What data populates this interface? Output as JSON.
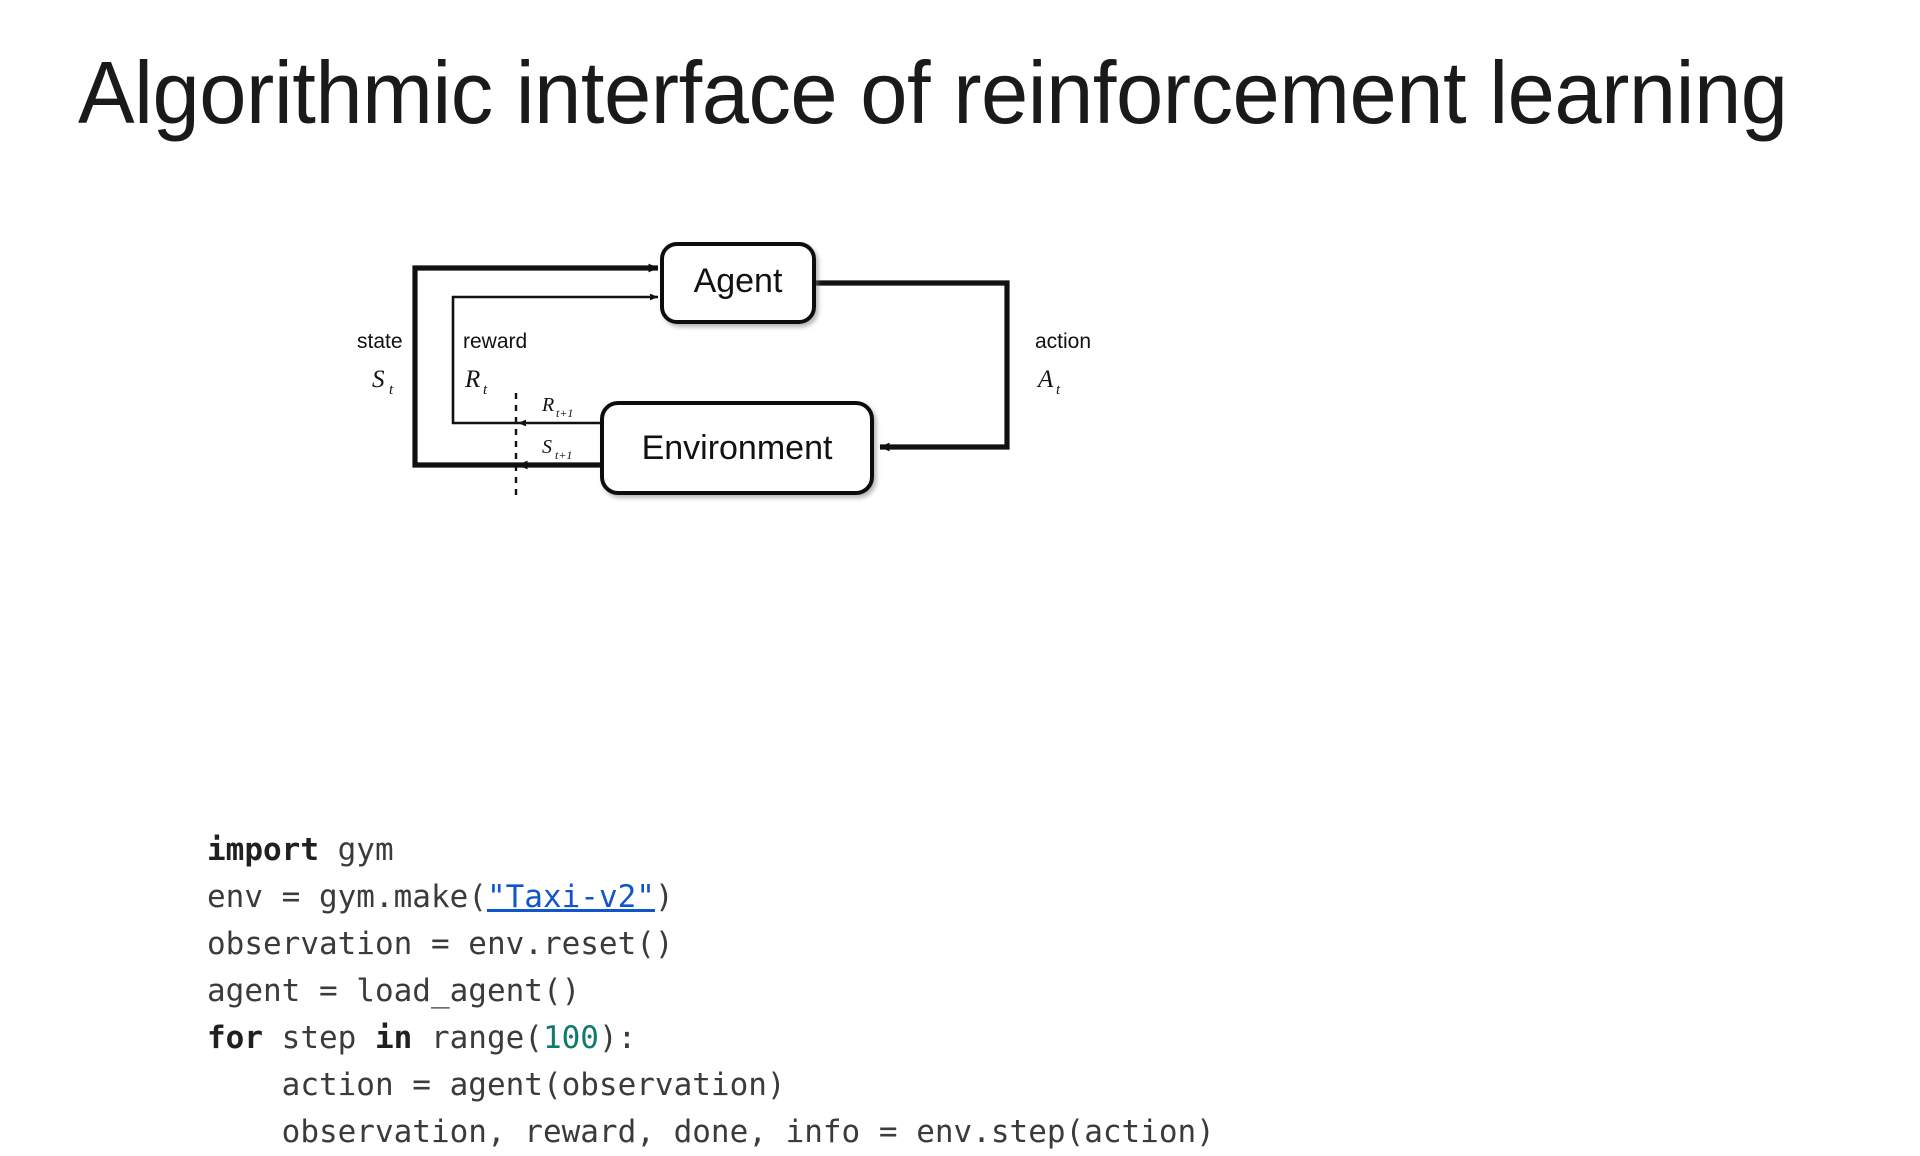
{
  "slide": {
    "title": "Algorithmic interface of reinforcement learning",
    "background_color": "#ffffff"
  },
  "diagram": {
    "name": "agent-environment-interaction-loop",
    "nodes": [
      {
        "id": "agent",
        "label": "Agent"
      },
      {
        "id": "environment",
        "label": "Environment"
      }
    ],
    "edges": [
      {
        "id": "state",
        "label": "state",
        "symbol": "S",
        "subscript": "t",
        "from": "environment",
        "to": "agent"
      },
      {
        "id": "reward",
        "label": "reward",
        "symbol": "R",
        "subscript": "t",
        "from": "environment",
        "to": "agent"
      },
      {
        "id": "action",
        "label": "action",
        "symbol": "A",
        "subscript": "t",
        "from": "agent",
        "to": "environment"
      },
      {
        "id": "next-reward",
        "label": "",
        "symbol": "R",
        "subscript": "t+1",
        "from": "environment",
        "to": "agent"
      },
      {
        "id": "next-state",
        "label": "",
        "symbol": "S",
        "subscript": "t+1",
        "from": "environment",
        "to": "agent"
      }
    ],
    "labels": {
      "state": "state",
      "reward": "reward",
      "action": "action",
      "state_symbol": "S",
      "reward_symbol": "R",
      "action_symbol": "A",
      "subscript_t": "t",
      "subscript_t1": "t+1",
      "next_reward_symbol": "R",
      "next_state_symbol": "S"
    },
    "stroke_color": "#111111"
  },
  "code": {
    "language": "python",
    "link_color": "#1155cc",
    "number_color": "#0f7b6c",
    "lines": [
      {
        "id": "line-1",
        "tokens": [
          {
            "t": "import",
            "k": "kw"
          },
          {
            "t": " gym",
            "k": ""
          }
        ]
      },
      {
        "id": "line-2",
        "tokens": [
          {
            "t": "env = gym.make(",
            "k": ""
          },
          {
            "t": "\"Taxi-v2\"",
            "k": "link"
          },
          {
            "t": ")",
            "k": ""
          }
        ]
      },
      {
        "id": "line-3",
        "tokens": [
          {
            "t": "observation = env.reset()",
            "k": ""
          }
        ]
      },
      {
        "id": "line-4",
        "tokens": [
          {
            "t": "agent = load_agent()",
            "k": ""
          }
        ]
      },
      {
        "id": "line-5",
        "tokens": [
          {
            "t": "for",
            "k": "kw"
          },
          {
            "t": " step ",
            "k": ""
          },
          {
            "t": "in",
            "k": "kw"
          },
          {
            "t": " range(",
            "k": ""
          },
          {
            "t": "100",
            "k": "num"
          },
          {
            "t": "):",
            "k": ""
          }
        ]
      },
      {
        "id": "line-6",
        "tokens": [
          {
            "t": "    action = agent(observation)",
            "k": ""
          }
        ]
      },
      {
        "id": "line-7",
        "tokens": [
          {
            "t": "    observation, reward, done, info = env.step(action)",
            "k": ""
          }
        ]
      }
    ]
  }
}
